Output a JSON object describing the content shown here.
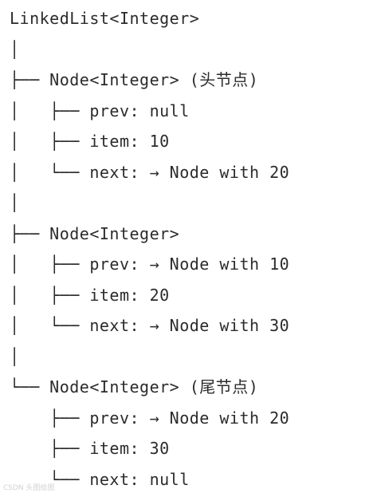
{
  "tree_lines": [
    "LinkedList<Integer>",
    "│",
    "├── Node<Integer> (头节点)",
    "│   ├── prev: null",
    "│   ├── item: 10",
    "│   └── next: → Node with 20",
    "│",
    "├── Node<Integer>",
    "│   ├── prev: → Node with 10",
    "│   ├── item: 20",
    "│   └── next: → Node with 30",
    "│",
    "└── Node<Integer> (尾节点)",
    "    ├── prev: → Node with 20",
    "    ├── item: 30",
    "    └── next: null"
  ],
  "watermark": "CSDN 头图绘图"
}
